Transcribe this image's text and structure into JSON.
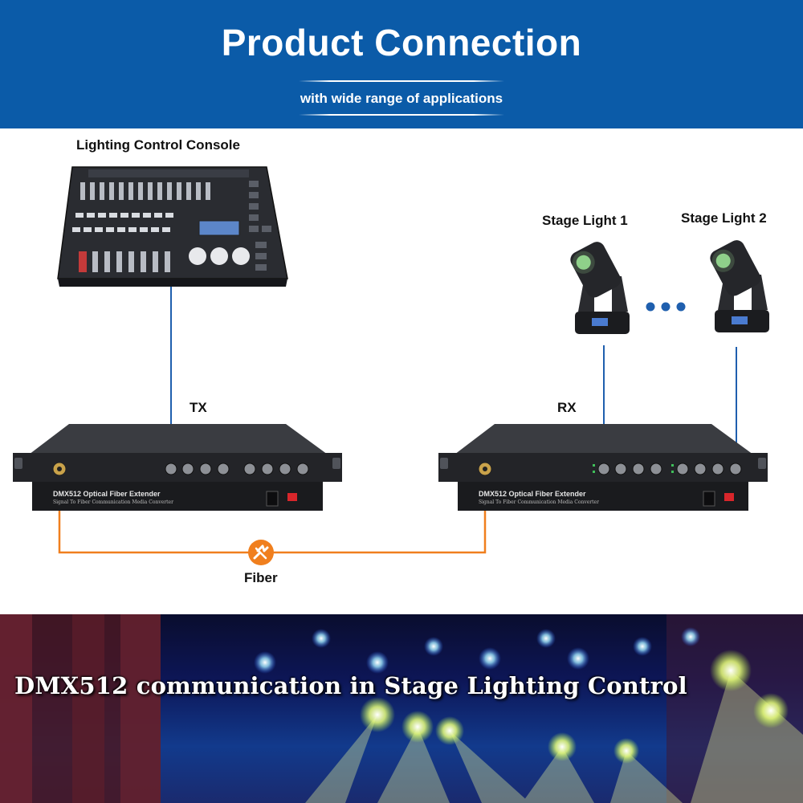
{
  "header": {
    "title": "Product Connection",
    "subtitle": "with wide range of applications"
  },
  "diagram": {
    "console_label": "Lighting Control Console",
    "stage_light_1_label": "Stage Light 1",
    "stage_light_2_label": "Stage Light 2",
    "tx_label": "TX",
    "rx_label": "RX",
    "fiber_label": "Fiber",
    "device_name": "DMX512 Optical Fiber Extender",
    "device_subtitle": "Signal To Fiber Communication Media Converter"
  },
  "banner": {
    "caption": "DMX512 communication in Stage Lighting Control"
  },
  "colors": {
    "header_bg": "#0b5ba8",
    "signal_line": "#1f5fae",
    "fiber_line": "#f07f1e",
    "dots": "#1f5fae"
  },
  "icons": {
    "fiber_badge": "fiber-connection-icon"
  }
}
